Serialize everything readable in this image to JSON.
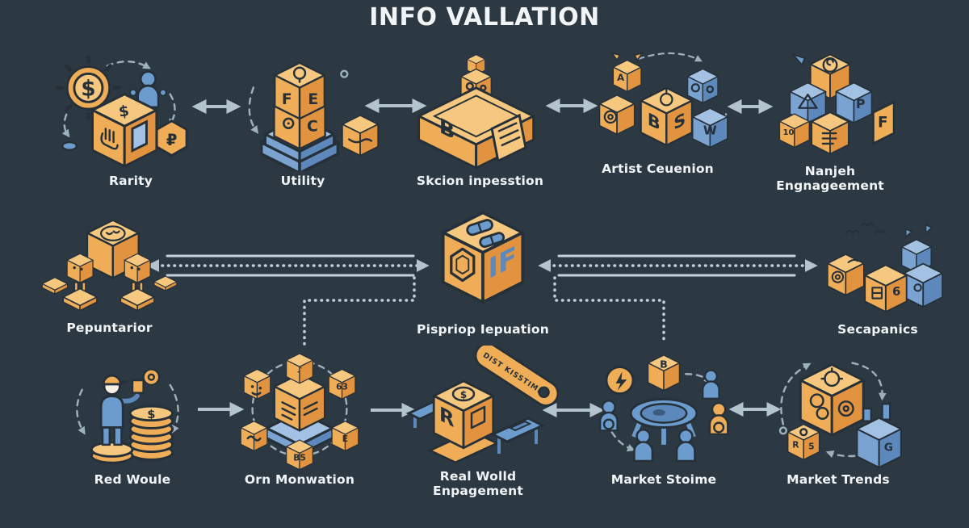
{
  "title": "INFO VALLATION",
  "colors": {
    "background": "#2c3943",
    "orange": "#efad58",
    "orange-light": "#f5c77f",
    "orange-dark": "#e2933f",
    "blue": "#6b9ccd",
    "blue-light": "#a3c1e2",
    "blue-dark": "#5c88bb",
    "outline": "#253039",
    "arrow": "#b4c4cf",
    "rail": "#c3d1da",
    "label": "#f1f5f7"
  },
  "nodes": {
    "rarity": {
      "label": "Rarity",
      "icon": "dollar-gear-cube-icon",
      "glyphs": [
        "$",
        "$",
        "₽"
      ]
    },
    "utility": {
      "label": "Utility",
      "icon": "stacked-cubes-pedestal-icon",
      "glyphs": [
        "F",
        "E",
        "C"
      ]
    },
    "skcion": {
      "label": "Skcion inpesstion",
      "icon": "inspection-platform-cube-icon",
      "glyphs": [
        "B"
      ]
    },
    "artist": {
      "label": "Artist Ceuenion",
      "icon": "creator-cube-cluster-icon",
      "glyphs": [
        "A",
        "B",
        "S",
        "W"
      ]
    },
    "nanjeh": {
      "label": "Nanjeh\nEngnageement",
      "icon": "community-cube-stack-icon",
      "glyphs": [
        "P",
        "10",
        "F"
      ]
    },
    "pepuntarior": {
      "label": "Pepuntarior",
      "icon": "reputation-robots-cube-icon",
      "glyphs": []
    },
    "pispriop": {
      "label": "Pispriop Iepuation",
      "icon": "gem-if-cube-icon",
      "glyphs": [
        "IF"
      ]
    },
    "secapanics": {
      "label": "Secapanics",
      "icon": "mechanics-cubes-castle-icon",
      "glyphs": [
        "6"
      ]
    },
    "red_woule": {
      "label": "Red Woule",
      "icon": "collector-coins-icon",
      "glyphs": [
        "$",
        "$"
      ]
    },
    "orn": {
      "label": "Orn Monwation",
      "icon": "orbiting-cubes-icon",
      "glyphs": [
        "♪",
        "63",
        "E",
        "B5"
      ]
    },
    "real_wolld": {
      "label": "Real Wolld\nEnpagement",
      "icon": "marketplace-benches-icon",
      "glyphs": [
        "R",
        "$"
      ],
      "banner_text": "DIST KISSTIME"
    },
    "stoime": {
      "label": "Market Stoime",
      "icon": "community-table-icon",
      "glyphs": [
        "B"
      ]
    },
    "trends": {
      "label": "Market Trends",
      "icon": "trend-machine-cubes-icon",
      "glyphs": [
        "R",
        "5",
        "G"
      ]
    }
  },
  "rows": [
    [
      "rarity",
      "utility",
      "skcion",
      "artist",
      "nanjeh"
    ],
    [
      "pepuntarior",
      "pispriop",
      "secapanics"
    ],
    [
      "red_woule",
      "orn",
      "real_wolld",
      "stoime",
      "trends"
    ]
  ],
  "connectors": [
    {
      "from": "rarity",
      "to": "utility",
      "type": "double-arrow"
    },
    {
      "from": "utility",
      "to": "skcion",
      "type": "double-arrow"
    },
    {
      "from": "skcion",
      "to": "artist",
      "type": "double-arrow"
    },
    {
      "from": "artist",
      "to": "nanjeh",
      "type": "double-arrow"
    },
    {
      "from": "pispriop",
      "to": "pepuntarior",
      "type": "dotted-double-arrow-with-rails"
    },
    {
      "from": "pispriop",
      "to": "secapanics",
      "type": "dotted-double-arrow-with-rails"
    },
    {
      "from": "pispriop",
      "to": "orn",
      "type": "dotted-elbow"
    },
    {
      "from": "pispriop",
      "to": "stoime",
      "type": "dotted-elbow"
    },
    {
      "from": "red_woule",
      "to": "orn",
      "type": "arrow"
    },
    {
      "from": "orn",
      "to": "real_wolld",
      "type": "arrow"
    },
    {
      "from": "real_wolld",
      "to": "stoime",
      "type": "double-arrow"
    },
    {
      "from": "stoime",
      "to": "trends",
      "type": "double-arrow"
    }
  ]
}
